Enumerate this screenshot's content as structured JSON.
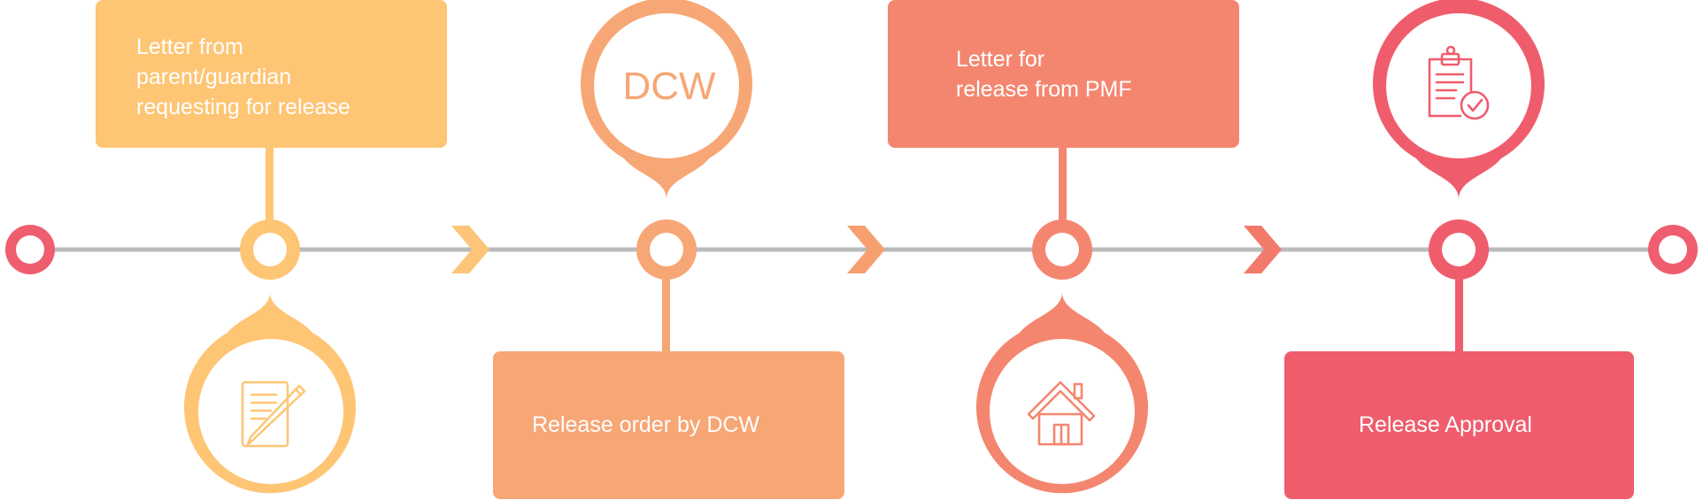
{
  "colors": {
    "step1": "#fec574",
    "step2": "#f7a675",
    "step3": "#f48670",
    "step4": "#ef5d6d",
    "endpoint": "#ee5e6e",
    "line": "#bbbbbb",
    "text": "#ffffff"
  },
  "steps": [
    {
      "box_lines": [
        "Letter from",
        "parent/guardian",
        "requesting for release"
      ],
      "icon": "document-pen-icon"
    },
    {
      "box_lines": [
        "Release order by DCW"
      ],
      "circle_label": "DCW"
    },
    {
      "box_lines": [
        "Letter for",
        "release from PMF"
      ],
      "icon": "house-icon"
    },
    {
      "box_lines": [
        "Release Approval"
      ],
      "icon": "clipboard-check-icon"
    }
  ]
}
